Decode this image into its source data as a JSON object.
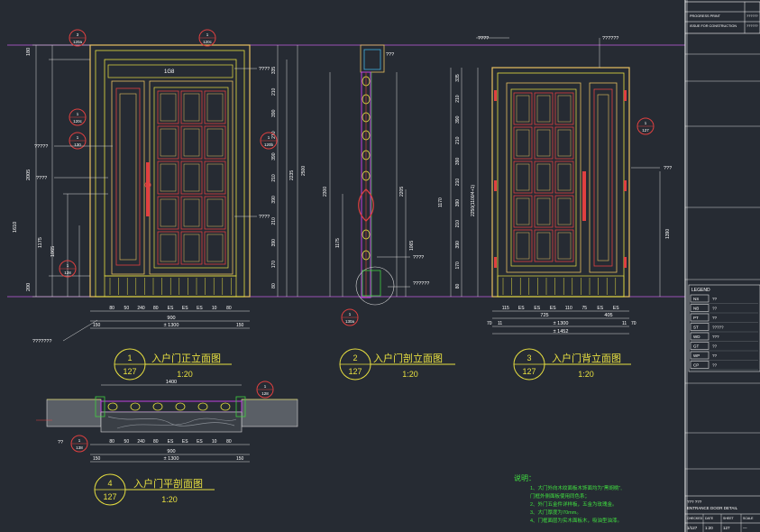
{
  "views": [
    {
      "num": "1",
      "sheet": "127",
      "title": "入户门正立面图",
      "scale": "1:20"
    },
    {
      "num": "2",
      "sheet": "127",
      "title": "入户门剖立面图",
      "scale": "1:20"
    },
    {
      "num": "3",
      "sheet": "127",
      "title": "入户门背立面图",
      "scale": "1:20"
    },
    {
      "num": "4",
      "sheet": "127",
      "title": "入户门平剖面图",
      "scale": "1:20"
    }
  ],
  "elevation_front": {
    "top_label": "1G8",
    "left_dims": [
      "180",
      "2005",
      "1175",
      "1065",
      "200"
    ],
    "overall_left": "1610",
    "right_dims": [
      "335",
      "210",
      "390",
      "210",
      "390",
      "210",
      "390",
      "210",
      "390",
      "170",
      "80"
    ],
    "overall_right": [
      "2235",
      "2500"
    ],
    "bottom_parts": [
      "80",
      "50",
      "240",
      "80",
      "ES",
      "ES",
      "ES",
      "10",
      "80"
    ],
    "bottom_mid": "900",
    "bottom_total": "± 1300",
    "bottom_sides": [
      "150",
      "150"
    ]
  },
  "section": {
    "left_dims": [
      "2300",
      "1175"
    ],
    "right_dims": [
      "2205",
      "1065"
    ]
  },
  "elevation_back": {
    "left_dims": [
      "1170",
      "335",
      "210",
      "390",
      "210",
      "390",
      "210",
      "390",
      "210",
      "390",
      "170",
      "80"
    ],
    "left_overall": "2250(1100/4+1)",
    "right_dim": "1390",
    "bottom_parts": [
      "115",
      "ES",
      "ES",
      "ES",
      "110",
      "75",
      "ES",
      "ES"
    ],
    "bottom_mid": [
      "725",
      "405"
    ],
    "bottom_total": "± 1300",
    "bottom_full": "± 1452",
    "bottom_sides": [
      "70",
      "11",
      "11",
      "70"
    ]
  },
  "plan": {
    "top_dim": "1400",
    "bottom_parts": [
      "80",
      "50",
      "240",
      "80",
      "ES",
      "ES",
      "ES",
      "10",
      "80"
    ],
    "bottom_mid": "900",
    "bottom_total": "± 1300",
    "bottom_sides": [
      "150",
      "150"
    ]
  },
  "callouts": [
    {
      "top": "3",
      "bottom": "120a"
    },
    {
      "top": "1",
      "bottom": "120c"
    },
    {
      "top": "1",
      "bottom": "120c"
    },
    {
      "top": "1",
      "bottom": "130"
    },
    {
      "top": "1",
      "bottom": "120b"
    },
    {
      "top": "1",
      "bottom": "128"
    },
    {
      "top": "1",
      "bottom": "130a"
    },
    {
      "top": "1",
      "bottom": "127"
    },
    {
      "top": "1",
      "bottom": "128"
    },
    {
      "top": "1",
      "bottom": "138"
    }
  ],
  "leaders": [
    "????",
    "?????",
    "????",
    "????",
    "????",
    "??????",
    "???",
    "??????",
    "????",
    "???",
    "???????",
    "??"
  ],
  "notes": {
    "heading": "说明：",
    "lines": [
      "1、大门外向木纹面板木饰面均为“黑胡桃”,",
      "   门框外侧面板使用同色系；",
      "2、外门五金件详样板，五金为玫瑰金。",
      "3、大门厚度为70mm。",
      "4、门框面层为实木面板木，吸油型油漆。"
    ]
  },
  "legend": {
    "title": "LEGEND",
    "rows": [
      {
        "code": "NS",
        "text": "??"
      },
      {
        "code": "NB",
        "text": "??"
      },
      {
        "code": "PT",
        "text": "??"
      },
      {
        "code": "ST",
        "text": "?????"
      },
      {
        "code": "WD",
        "text": "???"
      },
      {
        "code": "GT",
        "text": "??"
      },
      {
        "code": "WP",
        "text": "??"
      },
      {
        "code": "CP",
        "text": "??"
      }
    ]
  },
  "titleblock": {
    "top_rows": [
      "PROGRESS PRINT",
      "ISSUE FOR CONSTRUCTION"
    ],
    "top_rows_right": [
      "??????",
      "??????"
    ],
    "drawing_title_cn": "??? ???",
    "drawing_title_en": "ENTRANCE DOOR DETAIL",
    "footer_labels": [
      "CHECKED",
      "DATE",
      "SHEET",
      "SCALE"
    ],
    "footer_values": [
      "1/127",
      "1:20",
      "127",
      "—"
    ]
  }
}
